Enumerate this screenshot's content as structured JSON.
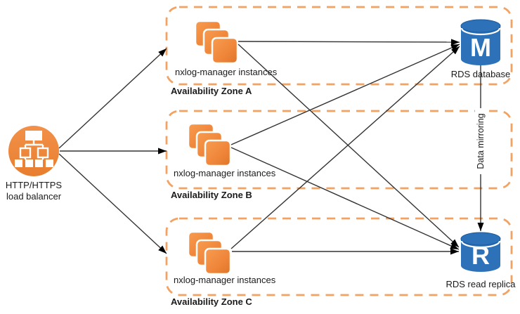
{
  "diagram": {
    "load_balancer": {
      "label_line1": "HTTP/HTTPS",
      "label_line2": "load balancer"
    },
    "zones": [
      {
        "label": "Availability Zone A",
        "instances_label": "nxlog-manager instances"
      },
      {
        "label": "Availability Zone B",
        "instances_label": "nxlog-manager instances"
      },
      {
        "label": "Availability Zone C",
        "instances_label": "nxlog-manager instances"
      }
    ],
    "rds_database": {
      "letter": "M",
      "label": "RDS database"
    },
    "rds_read_replica": {
      "letter": "R",
      "label": "RDS read replica"
    },
    "data_mirroring_label": "Data mirroring",
    "connections": [
      {
        "from": "load-balancer",
        "to": "zone-a"
      },
      {
        "from": "load-balancer",
        "to": "zone-b"
      },
      {
        "from": "load-balancer",
        "to": "zone-c"
      },
      {
        "from": "zone-a-instances",
        "to": "rds-database"
      },
      {
        "from": "zone-a-instances",
        "to": "rds-read-replica"
      },
      {
        "from": "zone-b-instances",
        "to": "rds-database"
      },
      {
        "from": "zone-b-instances",
        "to": "rds-read-replica"
      },
      {
        "from": "zone-c-instances",
        "to": "rds-database"
      },
      {
        "from": "zone-c-instances",
        "to": "rds-read-replica"
      },
      {
        "from": "rds-database",
        "to": "rds-read-replica",
        "label": "Data mirroring"
      }
    ],
    "colors": {
      "aws_orange": "#F0873B",
      "aws_orange_dark": "#DE7527",
      "zone_border": "#F3A262",
      "rds_blue": "#2D72B8",
      "rds_blue_dark": "#1C5A9E",
      "edge_line": "#333333"
    }
  }
}
